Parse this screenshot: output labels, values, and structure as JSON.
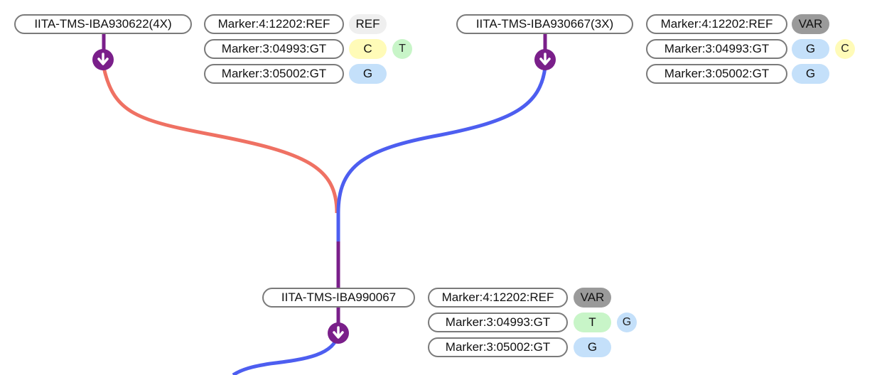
{
  "colors": {
    "parent_1_link": "#ef7163",
    "parent_2_link": "#4d5ef0",
    "child_link": "#4d5ef0",
    "stem": "#7a1f8a",
    "ref_chip": "#efefef",
    "var_chip": "#9a9a9a",
    "allele_C": "#fffbb8",
    "allele_T": "#c8f5c8",
    "allele_G": "#c4e0fa"
  },
  "nodes": [
    {
      "name": "IITA-TMS-IBA930622(4X)",
      "icon": "arrow-down-circle-icon",
      "markers": [
        {
          "label": "Marker:4:12202:REF",
          "values": [
            "REF"
          ]
        },
        {
          "label": "Marker:3:04993:GT",
          "values": [
            "C",
            "T"
          ]
        },
        {
          "label": "Marker:3:05002:GT",
          "values": [
            "G"
          ]
        }
      ]
    },
    {
      "name": "IITA-TMS-IBA930667(3X)",
      "icon": "arrow-down-circle-icon",
      "markers": [
        {
          "label": "Marker:4:12202:REF",
          "values": [
            "VAR"
          ]
        },
        {
          "label": "Marker:3:04993:GT",
          "values": [
            "G",
            "C"
          ]
        },
        {
          "label": "Marker:3:05002:GT",
          "values": [
            "G"
          ]
        }
      ]
    },
    {
      "name": "IITA-TMS-IBA990067",
      "icon": "arrow-down-circle-icon",
      "markers": [
        {
          "label": "Marker:4:12202:REF",
          "values": [
            "VAR"
          ]
        },
        {
          "label": "Marker:3:04993:GT",
          "values": [
            "T",
            "G"
          ]
        },
        {
          "label": "Marker:3:05002:GT",
          "values": [
            "G"
          ]
        }
      ]
    }
  ]
}
